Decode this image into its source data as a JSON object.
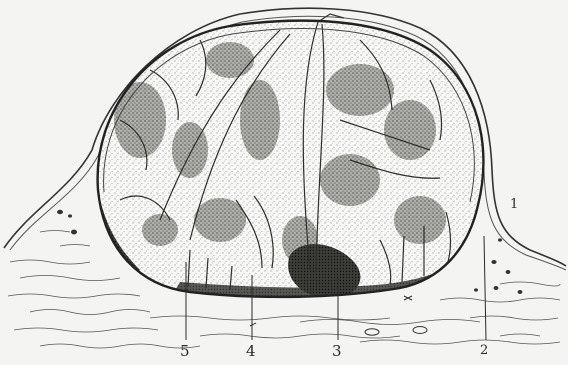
{
  "figure": {
    "labels": {
      "l1": "1",
      "l2": "2",
      "l3": "3",
      "l4": "4",
      "l5": "5"
    },
    "colors": {
      "background": "#f4f4f2",
      "ink": "#2a2a2a",
      "stipple": "#8a8a86",
      "capsule": "#555550"
    }
  }
}
